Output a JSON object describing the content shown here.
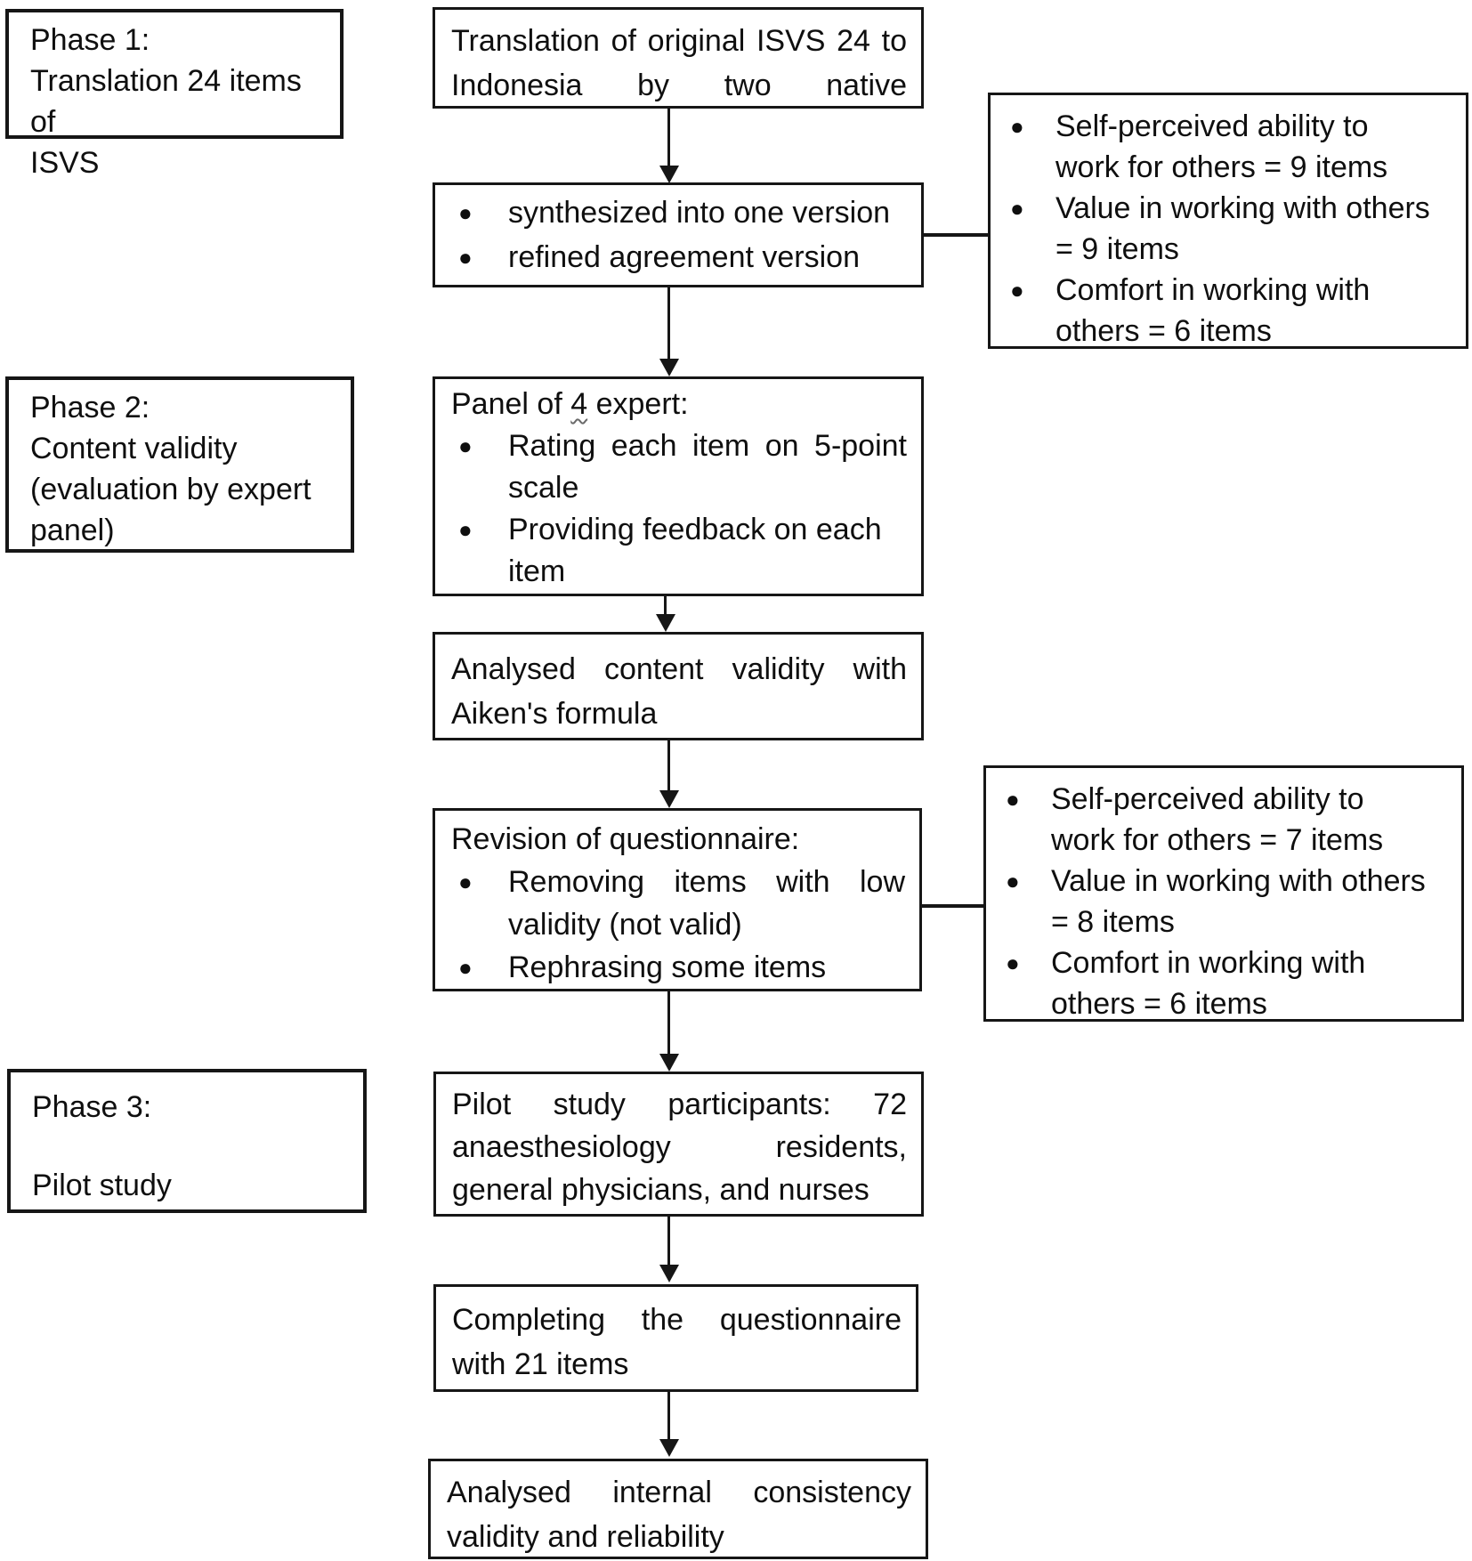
{
  "diagram": {
    "title": "ISVS questionnaire adaptation flowchart",
    "colors": {
      "line": "#161616",
      "text": "#0f0f0f",
      "background": "#ffffff"
    },
    "phase_labels": {
      "phase1": {
        "lines": [
          "Phase 1:",
          "Translation 24 items of",
          "ISVS"
        ]
      },
      "phase2": {
        "lines": [
          "Phase 2:",
          "Content validity",
          "(evaluation by expert",
          "panel)"
        ]
      },
      "phase3": {
        "line1": "Phase 3:",
        "line2": "Pilot study"
      }
    },
    "flow": {
      "translation_box": {
        "lines": [
          "Translation of original ISVS 24 to",
          "Indonesia by two native"
        ]
      },
      "synthesis_box": {
        "bullets": [
          "synthesized into one version",
          "refined agreement version"
        ]
      },
      "panel_box": {
        "title_prefix": "Panel of ",
        "title_number": "4",
        "title_suffix": " expert:",
        "bullets": [
          {
            "lines": [
              "Rating each item on 5-point",
              "scale"
            ]
          },
          {
            "lines": [
              "Providing feedback on each",
              "item"
            ]
          }
        ]
      },
      "aiken_box": {
        "lines": [
          "Analysed content validity with",
          "Aiken's formula"
        ]
      },
      "revision_box": {
        "title": "Revision of questionnaire:",
        "bullets": [
          {
            "lines": [
              "Removing items with low",
              "validity (not valid)"
            ]
          },
          {
            "lines": [
              "Rephrasing some items",
              ""
            ]
          }
        ]
      },
      "pilot_box": {
        "lines": [
          "Pilot study participants: 72",
          "anaesthesiology residents,",
          "general physicians, and nurses"
        ]
      },
      "completing_box": {
        "lines": [
          "Completing the questionnaire",
          "with 21 items"
        ]
      },
      "internal_box": {
        "lines": [
          "Analysed internal consistency",
          "validity and reliability"
        ]
      }
    },
    "annotations": {
      "after_synthesis": {
        "bullets": [
          {
            "lines": [
              "Self-perceived ability to",
              "work for others = 9 items"
            ]
          },
          {
            "lines": [
              "Value in working with others",
              "= 9 items"
            ]
          },
          {
            "lines": [
              "Comfort in working with",
              "others = 6 items"
            ]
          }
        ]
      },
      "after_revision": {
        "bullets": [
          {
            "lines": [
              "Self-perceived ability to",
              "work for others = 7 items"
            ]
          },
          {
            "lines": [
              "Value in working with others",
              "= 8 items"
            ]
          },
          {
            "lines": [
              "Comfort in working with",
              "others = 6 items"
            ]
          }
        ]
      }
    }
  }
}
